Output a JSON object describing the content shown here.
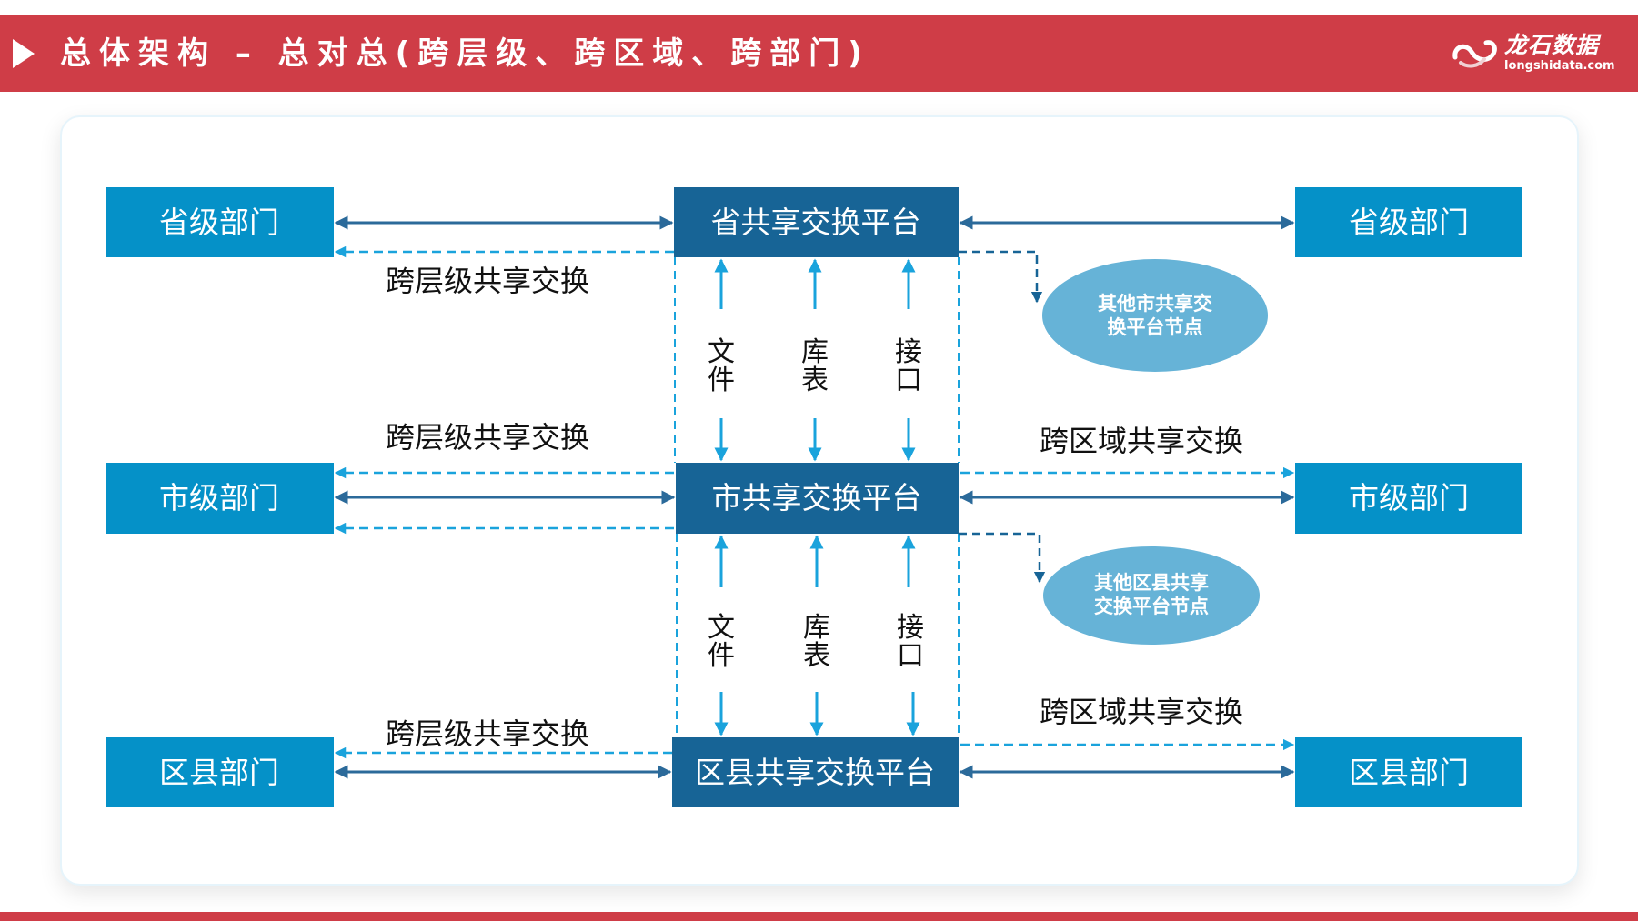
{
  "header": {
    "title": "总体架构 – 总对总(跨层级、跨区域、跨部门)",
    "play_icon": "play-triangle-icon",
    "background_color": "#cf3d47"
  },
  "logo": {
    "name_cn": "龙石数据",
    "url_text": "longshidata.com",
    "icon": "swirl-logo-icon"
  },
  "colors": {
    "department_box": "#0591c8",
    "platform_box": "#176496",
    "ellipse": "#66b3d7",
    "solid_arrow": "#2b6a9a",
    "dashed_arrow": "#1aa3dc",
    "dashed_dark": "#176496",
    "accent_red": "#cf3d47"
  },
  "diagram": {
    "left_departments": [
      {
        "label": "省级部门"
      },
      {
        "label": "市级部门"
      },
      {
        "label": "区县部门"
      }
    ],
    "platforms": [
      {
        "label": "省共享交换平台"
      },
      {
        "label": "市共享交换平台"
      },
      {
        "label": "区县共享交换平台"
      }
    ],
    "right_departments": [
      {
        "label": "省级部门"
      },
      {
        "label": "市级部门"
      },
      {
        "label": "区县部门"
      }
    ],
    "exchange_labels": {
      "cross_level_1": "跨层级共享交换",
      "cross_level_2": "跨层级共享交换",
      "cross_level_3": "跨层级共享交换",
      "cross_region_1": "跨区域共享交换",
      "cross_region_2": "跨区域共享交换"
    },
    "channels_upper": [
      {
        "line1": "文",
        "line2": "件"
      },
      {
        "line1": "库",
        "line2": "表"
      },
      {
        "line1": "接",
        "line2": "口"
      }
    ],
    "channels_lower": [
      {
        "line1": "文",
        "line2": "件"
      },
      {
        "line1": "库",
        "line2": "表"
      },
      {
        "line1": "接",
        "line2": "口"
      }
    ],
    "other_nodes": [
      {
        "line1": "其他市共享交",
        "line2": "换平台节点"
      },
      {
        "line1": "其他区县共享",
        "line2": "交换平台节点"
      }
    ]
  }
}
